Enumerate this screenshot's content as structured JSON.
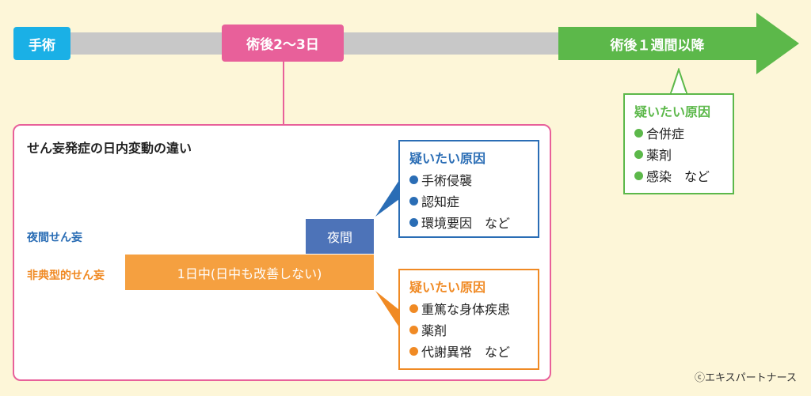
{
  "timeline": {
    "surgery_label": "手術",
    "postop_2_3_label": "術後2〜3日",
    "postop_week_label": "術後１週間以降"
  },
  "panel": {
    "title": "せん妄発症の日内変動の違い",
    "night_label": "夜間せん妄",
    "atypical_label": "非典型的せん妄",
    "night_bar": "夜間",
    "allday_bar": "1日中(日中も改善しない)"
  },
  "cause_boxes": {
    "night": {
      "title": "疑いたい原因",
      "items": [
        "手術侵襲",
        "認知症",
        "環境要因　など"
      ]
    },
    "atypical": {
      "title": "疑いたい原因",
      "items": [
        "重篤な身体疾患",
        "薬剤",
        "代謝異常　など"
      ]
    },
    "week": {
      "title": "疑いたい原因",
      "items": [
        "合併症",
        "薬剤",
        "感染　など"
      ]
    }
  },
  "colors": {
    "surgery": "#1ab0e6",
    "postop_pink": "#e8609a",
    "green": "#5cb84a",
    "blue": "#2a6db5",
    "orange": "#f08a24",
    "background": "#fdf6d8"
  },
  "copyright": "ⓒエキスパートナース"
}
